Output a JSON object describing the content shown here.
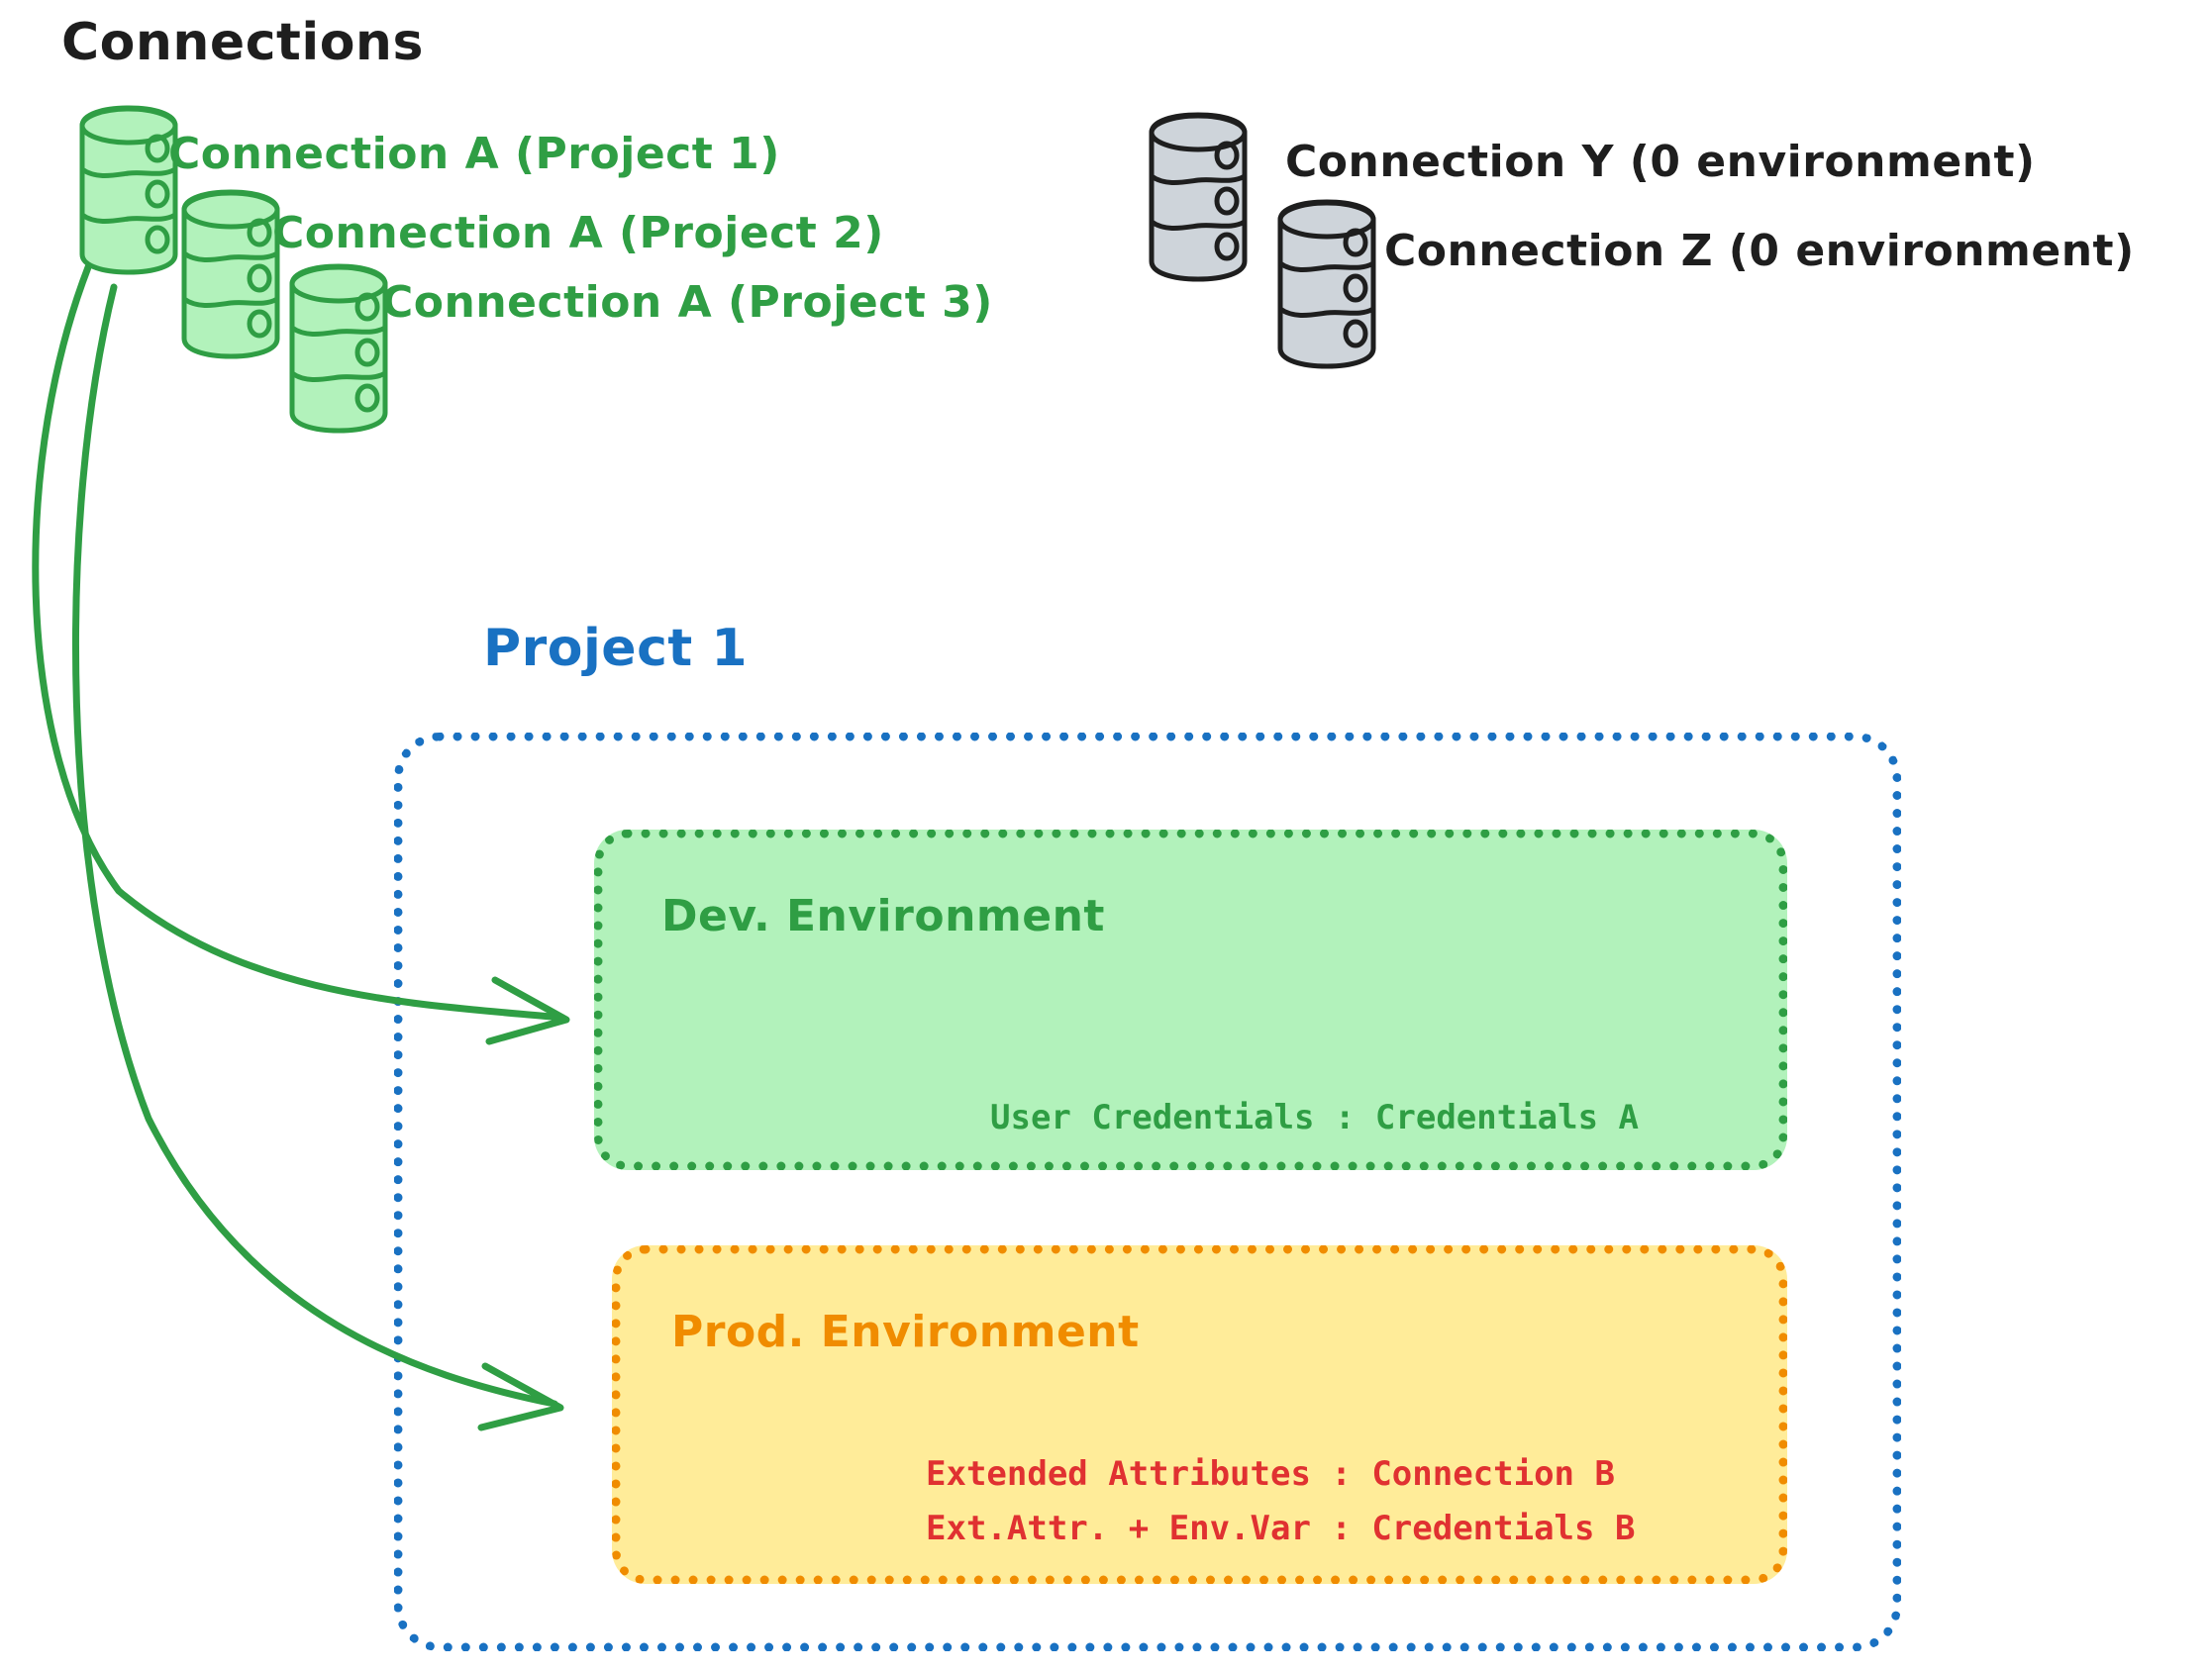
{
  "diagram": {
    "title": "Connections",
    "type": "architecture-diagram",
    "background": "#ffffff"
  },
  "colors": {
    "title_black": "#1e1e1e",
    "connection_green": "#2f9e44",
    "connection_green_fill": "#b2f2bb",
    "connection_gray_fill": "#ced4da",
    "connection_gray_stroke": "#1e1e1e",
    "project_blue": "#1971c2",
    "dev_green": "#2f9e44",
    "dev_green_fill": "#b2f2bb",
    "prod_orange": "#f08c00",
    "prod_yellow_fill": "#ffec99",
    "credentials_red": "#e03131",
    "arrow_green": "#2f9e44"
  },
  "connections": {
    "heading": "Connections",
    "green_group": [
      {
        "icon": "database-icon",
        "label": "Connection A (Project 1)"
      },
      {
        "icon": "database-icon",
        "label": "Connection A (Project 2)"
      },
      {
        "icon": "database-icon",
        "label": "Connection A (Project 3)"
      }
    ],
    "gray_group": [
      {
        "icon": "database-icon",
        "label": "Connection Y (0 environment)"
      },
      {
        "icon": "database-icon",
        "label": "Connection Z (0 environment)"
      }
    ]
  },
  "project": {
    "label": "Project 1",
    "environments": [
      {
        "name": "Dev. Environment",
        "accent": "#2f9e44",
        "fill": "#b2f2bb",
        "rows": [
          "User Credentials : Credentials A"
        ]
      },
      {
        "name": "Prod. Environment",
        "accent": "#f08c00",
        "fill": "#ffec99",
        "rows": [
          "Extended Attributes : Connection B",
          "Ext.Attr. + Env.Var : Credentials B"
        ]
      }
    ]
  },
  "arrows": [
    {
      "from": "Connection A (Project 1)",
      "to": "Dev. Environment",
      "color": "#2f9e44"
    },
    {
      "from": "Connection A (Project 1)",
      "to": "Prod. Environment",
      "color": "#2f9e44"
    }
  ]
}
